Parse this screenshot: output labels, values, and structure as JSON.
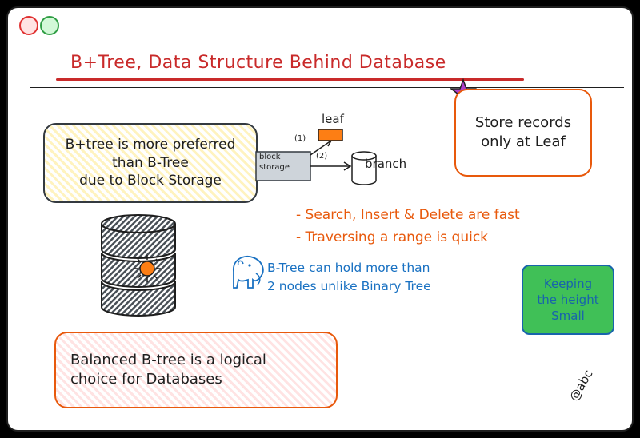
{
  "title": "B+Tree, Data Structure Behind Database",
  "preferred_box": {
    "text": "B+tree is more preferred\nthan B-Tree\ndue to Block Storage"
  },
  "diagram": {
    "block_label": "block\nstorage",
    "arrow1_label": "(1)",
    "arrow2_label": "(2)",
    "leaf_label": "leaf",
    "branch_label": "branch"
  },
  "store_box": {
    "text": "Store records\nonly at Leaf"
  },
  "bullets": [
    "- Search, Insert & Delete are fast",
    "- Traversing a range is quick"
  ],
  "btree_note": "B-Tree can hold more than\n2 nodes unlike Binary Tree",
  "height_box": {
    "text": "Keeping\nthe height\nSmall"
  },
  "balanced_box": {
    "text": "Balanced B-tree is a logical\nchoice for Databases"
  },
  "handle": "@abc",
  "colors": {
    "title_red": "#c92a2a",
    "accent_orange": "#e8590c",
    "note_blue": "#1971c2",
    "green_box": "#40c057",
    "star_purple": "#ae3ec9"
  }
}
